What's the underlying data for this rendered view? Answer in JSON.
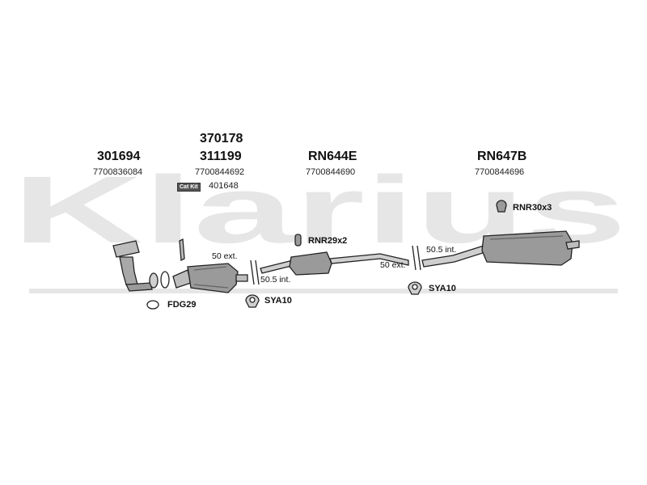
{
  "watermark": {
    "text": "Klarius"
  },
  "parts": [
    {
      "id": "manifold",
      "number": "301694",
      "oem": "7700836084"
    },
    {
      "id": "catalyst",
      "number_top": "370178",
      "number": "311199",
      "oem": "7700844692",
      "catkit_badge": "Cat Kit",
      "catkit_number": "401648"
    },
    {
      "id": "centre",
      "number": "RN644E",
      "oem": "7700844690"
    },
    {
      "id": "rear",
      "number": "RN647B",
      "oem": "7700844696"
    }
  ],
  "fittings": {
    "gasket": "FDG29",
    "clamp1": "SYA10",
    "clamp2": "SYA10",
    "rubber1": "RNR29x2",
    "rubber2": "RNR30x3"
  },
  "dimensions": {
    "d1": "50 ext.",
    "d2": "50.5 int.",
    "d3": "50 ext.",
    "d4": "50.5 int."
  },
  "colors": {
    "watermark": "#e6e6e6",
    "line": "#222222",
    "part_fill": "#9a9a9a"
  }
}
